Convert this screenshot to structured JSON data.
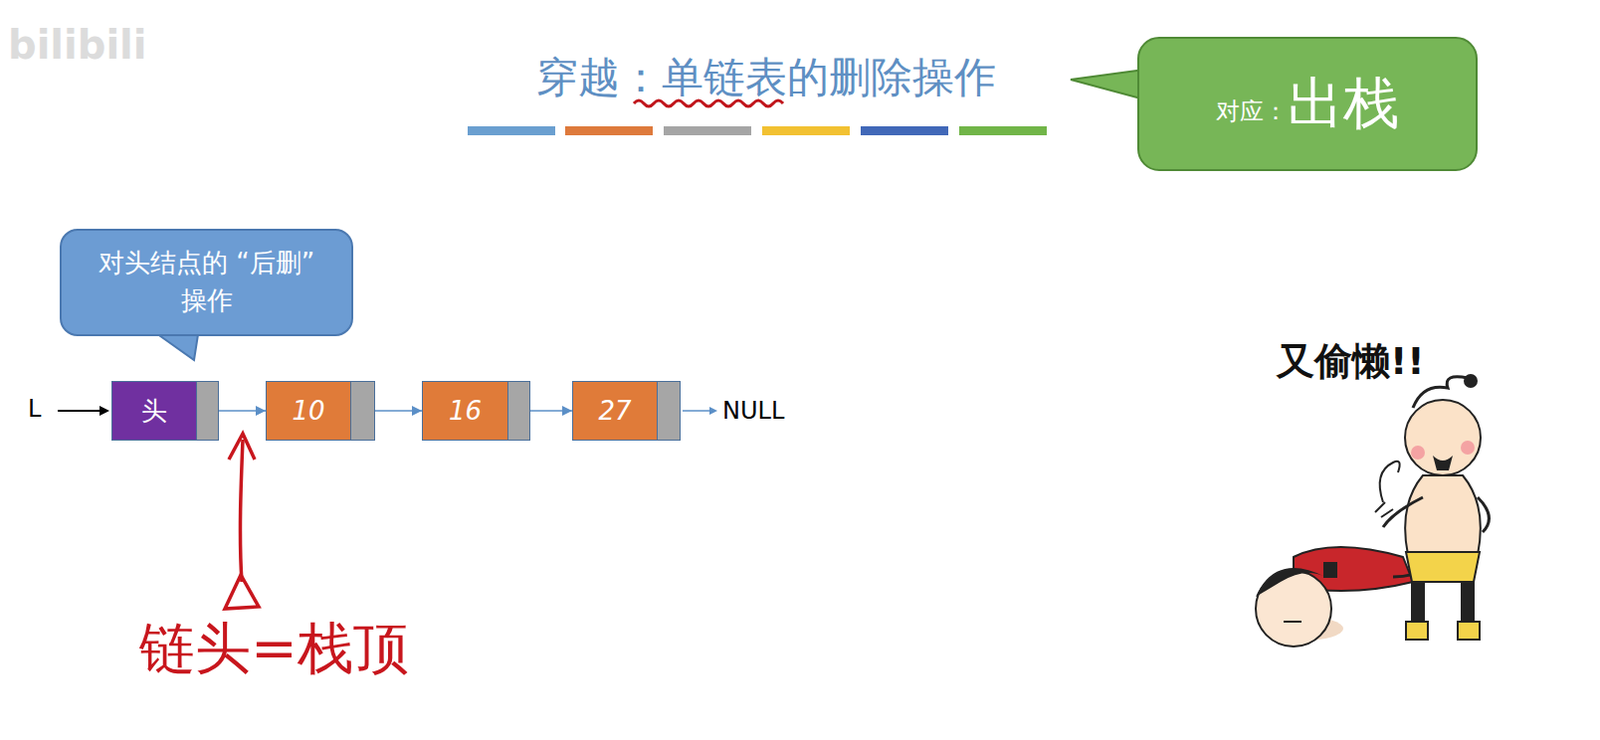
{
  "diagram": {
    "title": "穿越：单链表的删除操作",
    "nodes": [
      {
        "text": [
          "对应：",
          "出栈"
        ]
      },
      {
        "text": [
          "对头结点的 “后删” 操作"
        ]
      },
      {
        "text": [
          "头"
        ]
      },
      {
        "text": [
          "10"
        ]
      },
      {
        "text": [
          "16"
        ]
      },
      {
        "text": [
          "27"
        ]
      }
    ],
    "edges": [
      {
        "from": 2,
        "to": 3,
        "arrow": "to"
      },
      {
        "from": 3,
        "to": 4,
        "arrow": "to"
      },
      {
        "from": 4,
        "to": 5,
        "arrow": "to"
      }
    ],
    "labels": [
      "bilibili",
      "L",
      "NULL",
      "链头=栈顶",
      "又偷懒!!"
    ]
  }
}
